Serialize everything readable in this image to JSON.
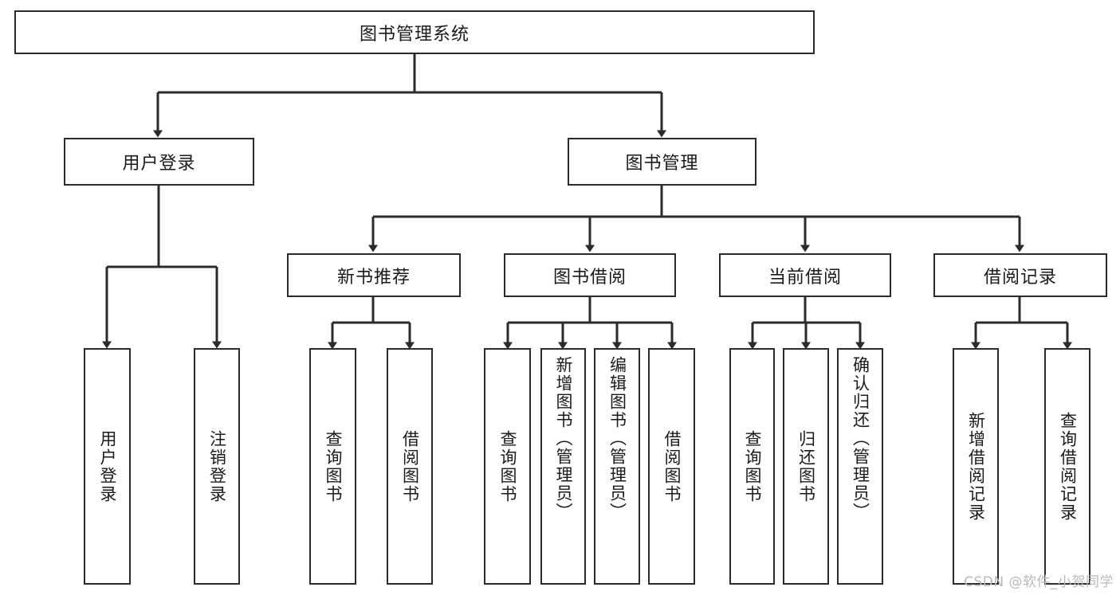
{
  "diagram": {
    "type": "tree-hierarchy",
    "title": "图书管理系统",
    "root": {
      "id": "root",
      "label": "图书管理系统",
      "orientation": "horizontal"
    },
    "level1": [
      {
        "id": "user-login",
        "label": "用户登录",
        "orientation": "horizontal"
      },
      {
        "id": "book-manage",
        "label": "图书管理",
        "orientation": "horizontal"
      }
    ],
    "level2": [
      {
        "id": "new-book-recommend",
        "label": "新书推荐",
        "orientation": "horizontal",
        "parent": "book-manage"
      },
      {
        "id": "book-borrow",
        "label": "图书借阅",
        "orientation": "horizontal",
        "parent": "book-manage"
      },
      {
        "id": "current-borrow",
        "label": "当前借阅",
        "orientation": "horizontal",
        "parent": "book-manage"
      },
      {
        "id": "borrow-record",
        "label": "借阅记录",
        "orientation": "horizontal",
        "parent": "book-manage"
      }
    ],
    "leaves": [
      {
        "id": "leaf-user-login",
        "label": "用户登录",
        "parent": "user-login",
        "orientation": "vertical"
      },
      {
        "id": "leaf-logout-login",
        "label": "注销登录",
        "parent": "user-login",
        "orientation": "vertical"
      },
      {
        "id": "leaf-query-book-1",
        "label": "查询图书",
        "parent": "new-book-recommend",
        "orientation": "vertical"
      },
      {
        "id": "leaf-borrow-book-1",
        "label": "借阅图书",
        "parent": "new-book-recommend",
        "orientation": "vertical"
      },
      {
        "id": "leaf-query-book-2",
        "label": "查询图书",
        "parent": "book-borrow",
        "orientation": "vertical"
      },
      {
        "id": "leaf-add-book",
        "label": "新增图书（管理员）",
        "parent": "book-borrow",
        "orientation": "vertical"
      },
      {
        "id": "leaf-edit-book",
        "label": "编辑图书（管理员）",
        "parent": "book-borrow",
        "orientation": "vertical"
      },
      {
        "id": "leaf-borrow-book-2",
        "label": "借阅图书",
        "parent": "book-borrow",
        "orientation": "vertical"
      },
      {
        "id": "leaf-query-book-3",
        "label": "查询图书",
        "parent": "current-borrow",
        "orientation": "vertical"
      },
      {
        "id": "leaf-return-book",
        "label": "归还图书",
        "parent": "current-borrow",
        "orientation": "vertical"
      },
      {
        "id": "leaf-confirm-return",
        "label": "确认归还（管理员）",
        "parent": "current-borrow",
        "orientation": "vertical"
      },
      {
        "id": "leaf-add-record",
        "label": "新增借阅记录",
        "parent": "borrow-record",
        "orientation": "vertical"
      },
      {
        "id": "leaf-query-record",
        "label": "查询借阅记录",
        "parent": "borrow-record",
        "orientation": "vertical"
      }
    ]
  },
  "watermark": {
    "text": "CSDN @软件_小贺同学"
  },
  "colors": {
    "stroke": "#2b2b2b",
    "background": "#ffffff",
    "text": "#1a1a1a",
    "watermark": "#b9b9b9"
  }
}
